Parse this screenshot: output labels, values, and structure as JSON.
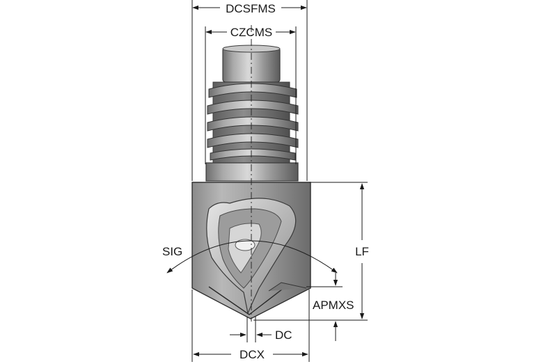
{
  "diagram": {
    "labels": {
      "dcsfms": "DCSFMS",
      "czcms": "CZCMS",
      "sig": "SIG",
      "lf": "LF",
      "apmxs": "APMXS",
      "dc": "DC",
      "dcx": "DCX"
    }
  }
}
